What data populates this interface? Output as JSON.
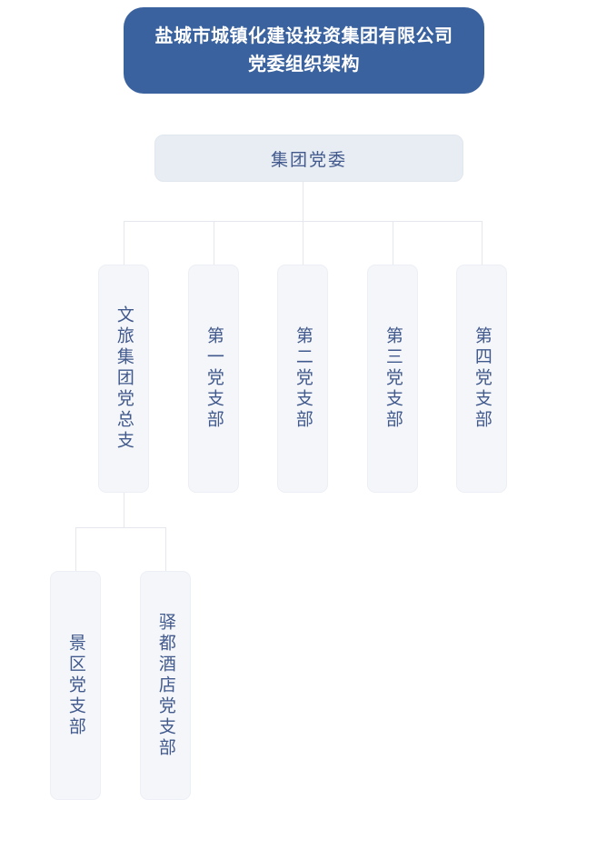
{
  "title": {
    "line1": "盐城市城镇化建设投资集团有限公司",
    "line2": "党委组织架构"
  },
  "colors": {
    "banner_bg": "#39629e",
    "banner_text": "#ffffff",
    "root_box_bg": "#e8edf3",
    "node_box_bg": "#f4f6fa",
    "node_text": "#41598c",
    "connector": "#e4e7ee",
    "page_bg": "#ffffff"
  },
  "chart_data": {
    "type": "diagram",
    "diagram_type": "org-chart",
    "orientation": "top-down",
    "title": "盐城市城镇化建设投资集团有限公司 党委组织架构",
    "root": {
      "id": "group-party-committee",
      "label": "集团党委",
      "level": 1,
      "text_orientation": "horizontal"
    },
    "level2": [
      {
        "id": "wenlv-group-party-general-branch",
        "label": "文旅集团党总支",
        "level": 2,
        "text_orientation": "vertical",
        "has_children": true
      },
      {
        "id": "party-branch-1",
        "label": "第一党支部",
        "level": 2,
        "text_orientation": "vertical",
        "has_children": false
      },
      {
        "id": "party-branch-2",
        "label": "第二党支部",
        "level": 2,
        "text_orientation": "vertical",
        "has_children": false
      },
      {
        "id": "party-branch-3",
        "label": "第三党支部",
        "level": 2,
        "text_orientation": "vertical",
        "has_children": false
      },
      {
        "id": "party-branch-4",
        "label": "第四党支部",
        "level": 2,
        "text_orientation": "vertical",
        "has_children": false
      }
    ],
    "level3": [
      {
        "id": "scenic-area-party-branch",
        "label": "景区党支部",
        "level": 3,
        "text_orientation": "vertical",
        "parent": "wenlv-group-party-general-branch"
      },
      {
        "id": "yidu-hotel-party-branch",
        "label": "驿都酒店党支部",
        "level": 3,
        "text_orientation": "vertical",
        "parent": "wenlv-group-party-general-branch"
      }
    ],
    "edges": [
      {
        "from": "group-party-committee",
        "to": "wenlv-group-party-general-branch"
      },
      {
        "from": "group-party-committee",
        "to": "party-branch-1"
      },
      {
        "from": "group-party-committee",
        "to": "party-branch-2"
      },
      {
        "from": "group-party-committee",
        "to": "party-branch-3"
      },
      {
        "from": "group-party-committee",
        "to": "party-branch-4"
      },
      {
        "from": "wenlv-group-party-general-branch",
        "to": "scenic-area-party-branch"
      },
      {
        "from": "wenlv-group-party-general-branch",
        "to": "yidu-hotel-party-branch"
      }
    ],
    "node_count": 8
  }
}
